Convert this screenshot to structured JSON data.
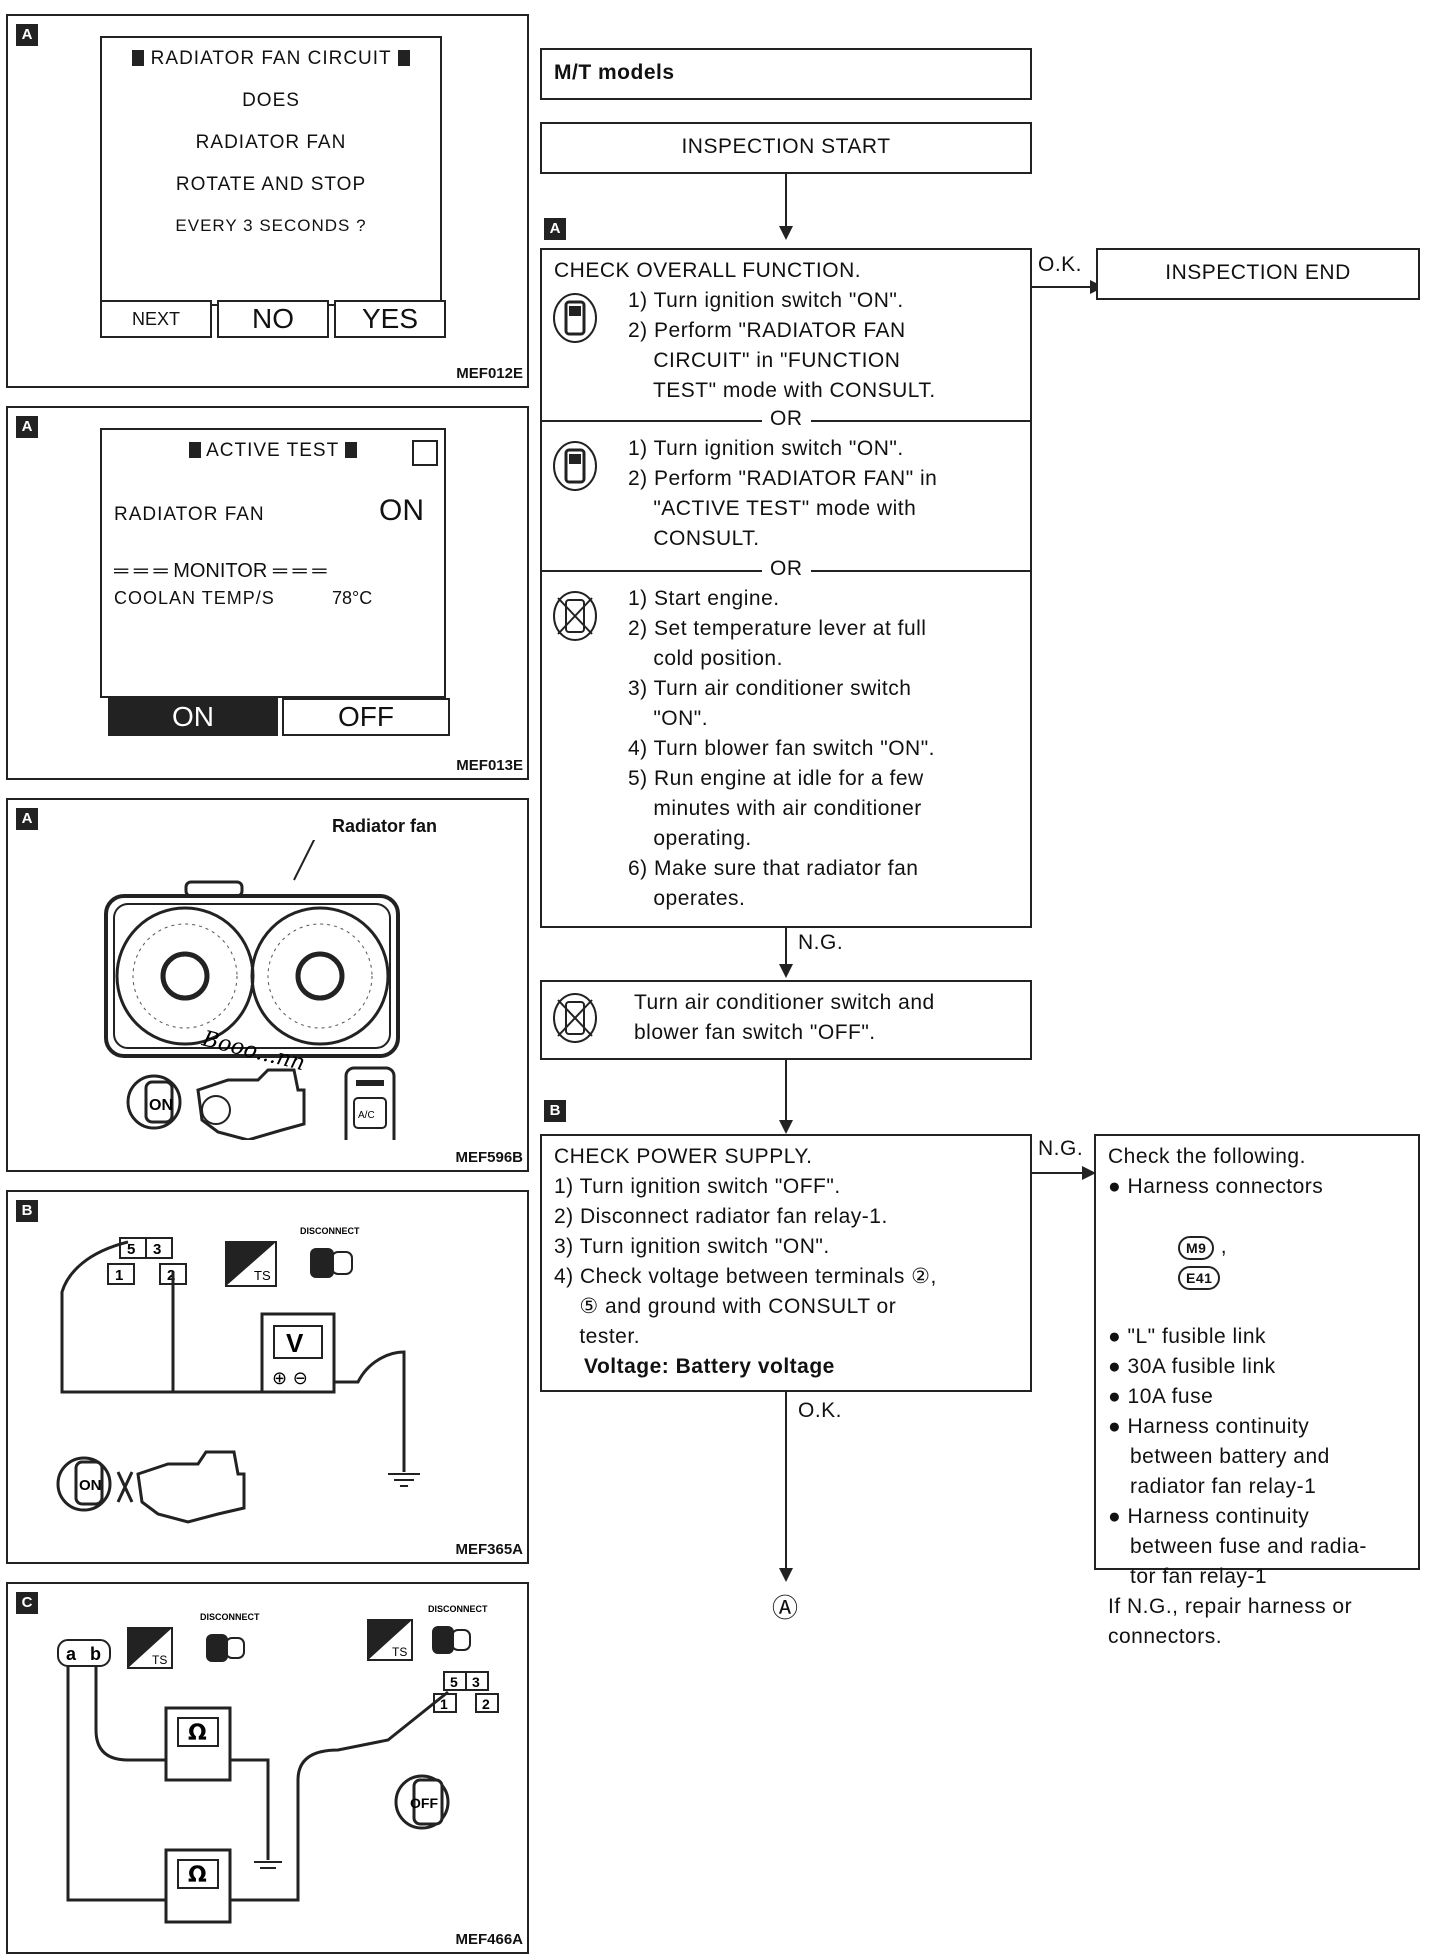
{
  "panels": [
    {
      "tag": "A",
      "code": "MEF012E",
      "screen_title": "RADIATOR FAN CIRCUIT",
      "lines": [
        "DOES",
        "RADIATOR FAN",
        "ROTATE AND STOP",
        "EVERY 3 SECONDS ?"
      ],
      "buttons": [
        "NEXT",
        "NO",
        "YES"
      ]
    },
    {
      "tag": "A",
      "code": "MEF013E",
      "screen_title": "ACTIVE TEST",
      "item_label": "RADIATOR FAN",
      "item_value": "ON",
      "monitor": "MONITOR",
      "sensor_label": "COOLAN TEMP/S",
      "sensor_value": "78°C",
      "buttons": [
        "ON",
        "OFF"
      ]
    },
    {
      "tag": "A",
      "code": "MEF596B",
      "callout": "Radiator fan",
      "sound": "Booo...nn",
      "key_label": "ON",
      "switch_label": "A/C"
    },
    {
      "tag": "B",
      "code": "MEF365A",
      "terminals": [
        "5",
        "3",
        "1",
        "2"
      ],
      "meter": "V",
      "disconnect": "DISCONNECT",
      "ts": "TS",
      "key_label": "ON"
    },
    {
      "tag": "C",
      "code": "MEF466A",
      "terminals": [
        "5",
        "3",
        "1",
        "2"
      ],
      "conn": [
        "a",
        "b"
      ],
      "meter": "Ω",
      "disconnect": "DISCONNECT",
      "ts": "TS",
      "key_label": "OFF"
    }
  ],
  "flow": {
    "header": "M/T models",
    "start": "INSPECTION START",
    "end": "INSPECTION END",
    "ok": "O.K.",
    "ng": "N.G.",
    "or": "OR",
    "tag_a": "A",
    "tag_b": "B",
    "check1_title": "CHECK OVERALL FUNCTION.",
    "check1_opt1": [
      "1) Turn ignition switch \"ON\".",
      "2) Perform \"RADIATOR FAN",
      "    CIRCUIT\" in \"FUNCTION",
      "    TEST\" mode with CONSULT."
    ],
    "check1_opt2": [
      "1) Turn ignition switch \"ON\".",
      "2) Perform \"RADIATOR FAN\" in",
      "    \"ACTIVE TEST\" mode with",
      "    CONSULT."
    ],
    "check1_opt3": [
      "1) Start engine.",
      "2) Set temperature lever at full",
      "    cold position.",
      "3) Turn air conditioner switch",
      "    \"ON\".",
      "4) Turn blower fan switch \"ON\".",
      "5) Run engine at idle for a few",
      "    minutes with air conditioner",
      "    operating.",
      "6) Make sure that radiator fan",
      "    operates."
    ],
    "ac_off": [
      "Turn air conditioner switch and",
      "blower fan switch \"OFF\"."
    ],
    "check2_title": "CHECK POWER SUPPLY.",
    "check2_steps": [
      "1) Turn ignition switch \"OFF\".",
      "2) Disconnect radiator fan relay-1.",
      "3) Turn ignition switch \"ON\".",
      "4) Check voltage between terminals ②,",
      "    ⑤ and ground with CONSULT or",
      "    tester."
    ],
    "check2_spec": "Voltage: Battery voltage",
    "check_following_title": "Check the following.",
    "check_following": [
      "Harness connectors",
      "\"L\" fusible link",
      "30A fusible link",
      "10A fuse",
      "Harness continuity",
      "between battery and",
      "radiator fan relay-1",
      "Harness continuity",
      "between fuse and radia-",
      "tor fan relay-1"
    ],
    "connectors": [
      "M9",
      "E41"
    ],
    "repair": [
      "If N.G., repair harness or",
      "connectors."
    ],
    "next_marker": "Ⓐ"
  }
}
